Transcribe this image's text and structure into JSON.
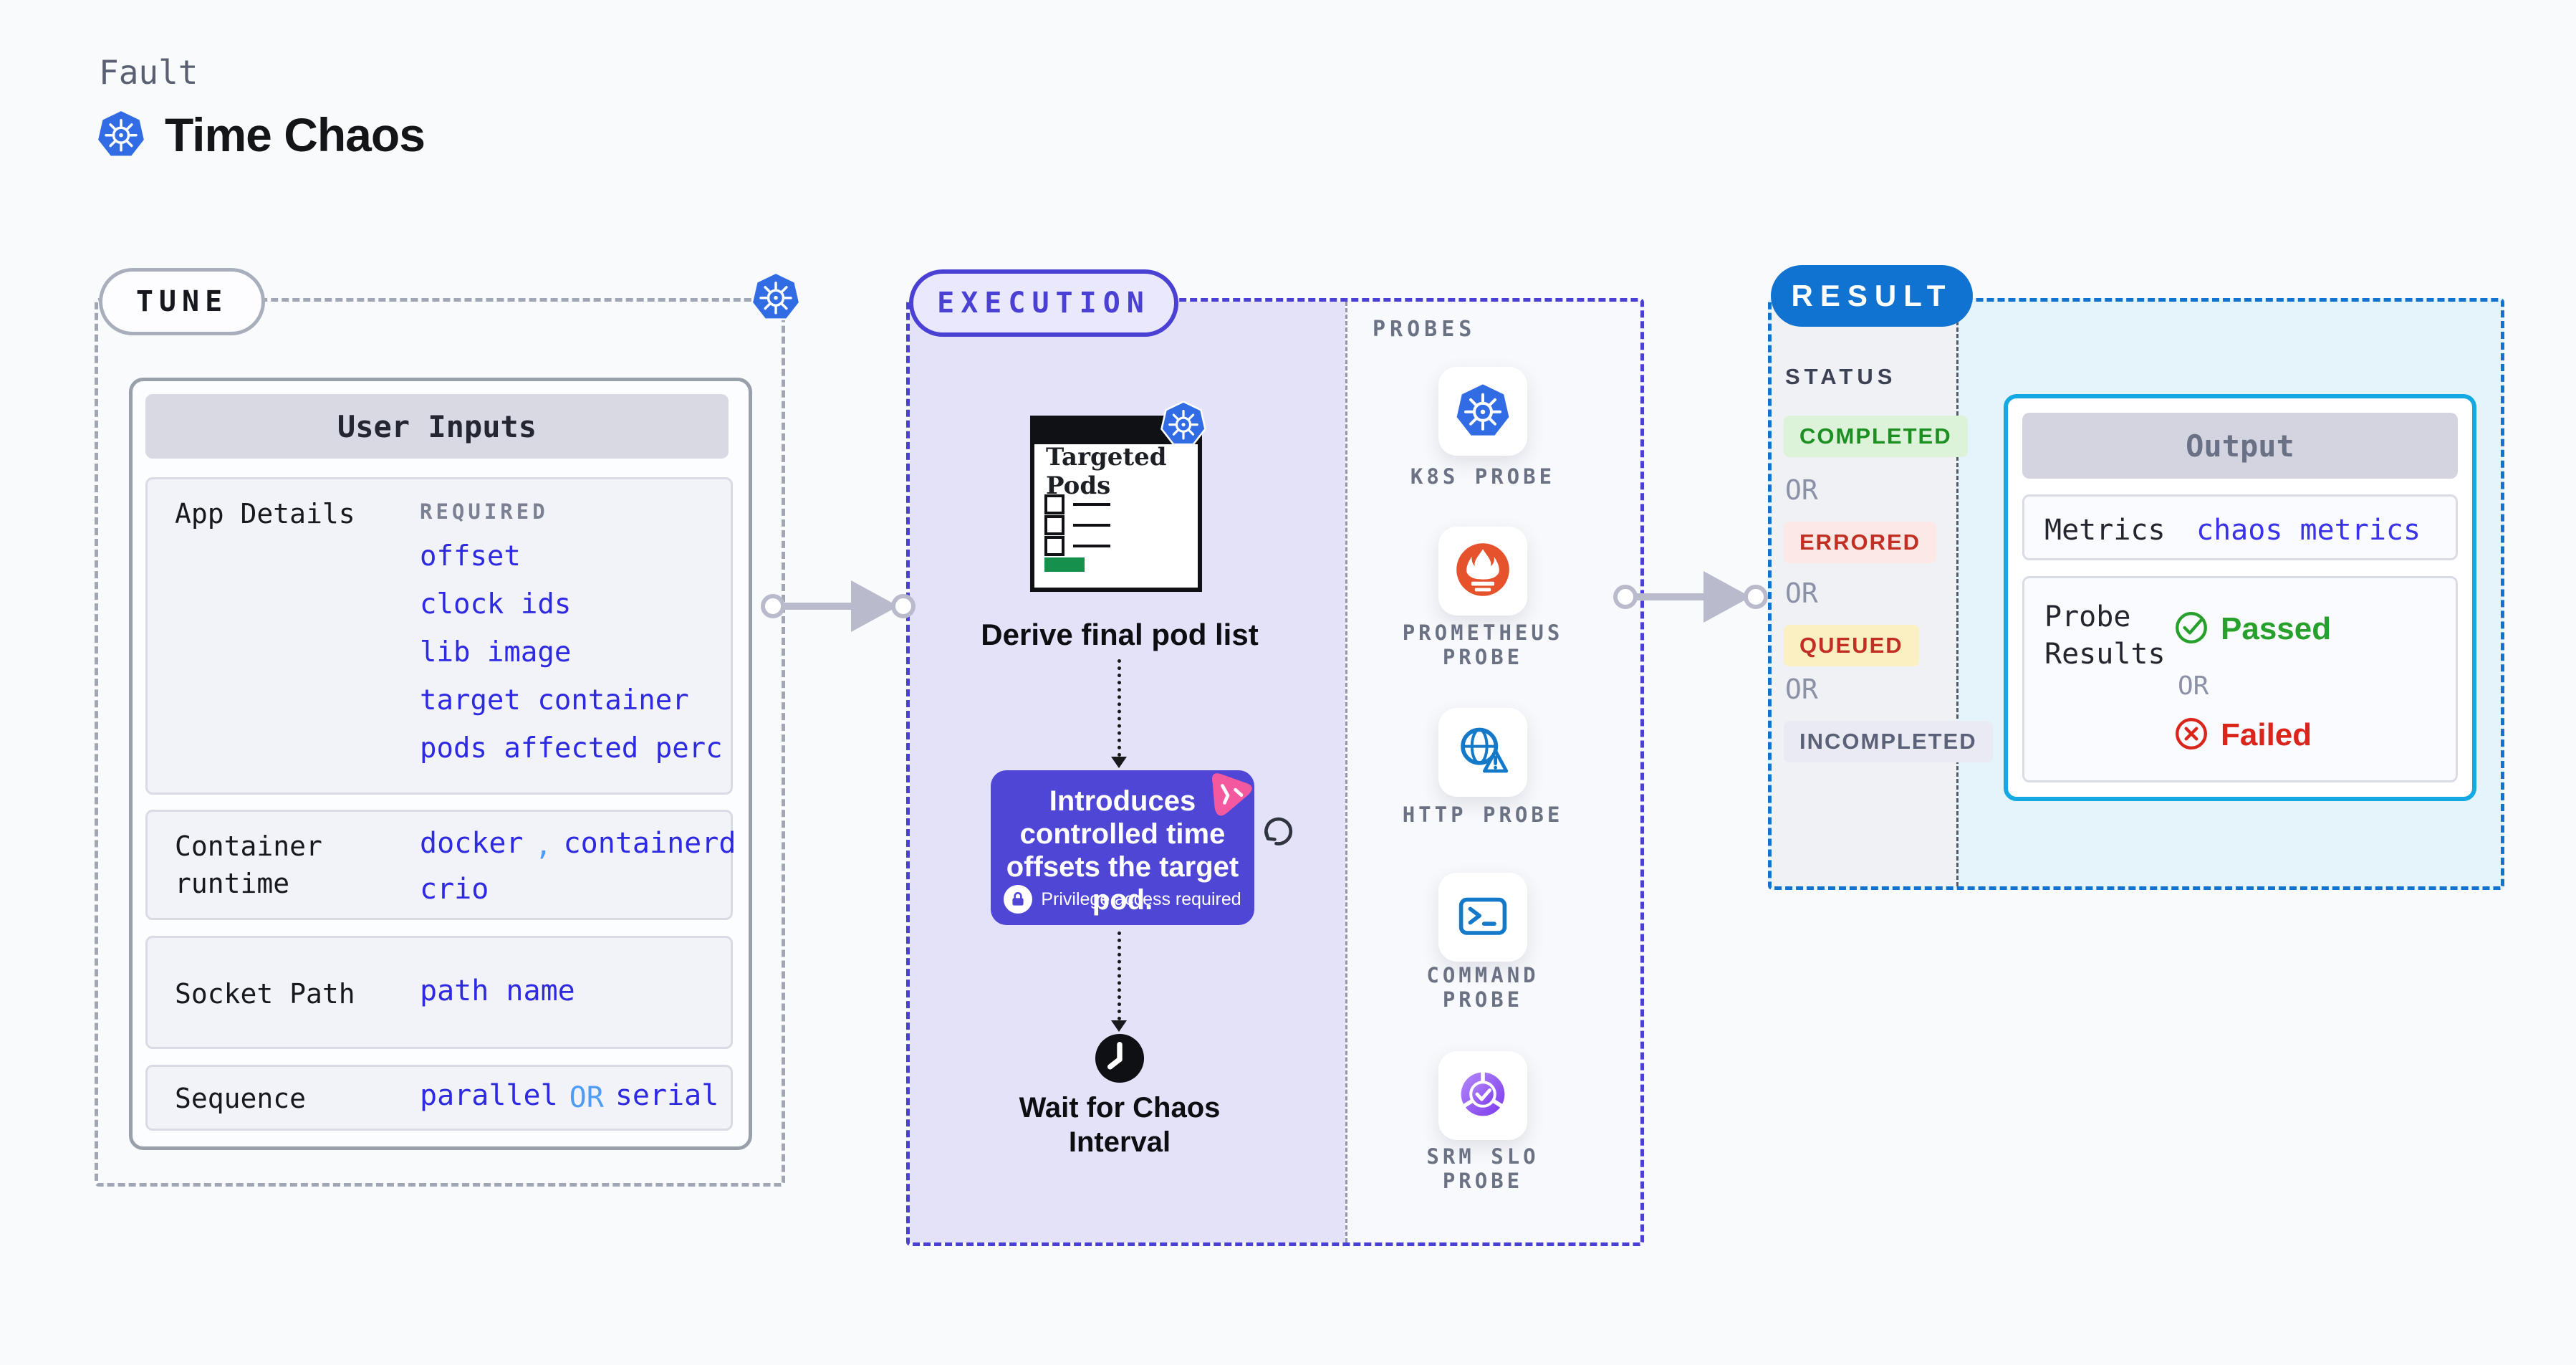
{
  "header": {
    "eyebrow": "Fault",
    "title": "Time Chaos"
  },
  "tune": {
    "badge": "TUNE",
    "user_inputs_title": "User Inputs",
    "app_details": {
      "label": "App Details",
      "tag": "REQUIRED",
      "links": [
        "offset",
        "clock ids",
        "lib image",
        "target container",
        "pods affected perc"
      ]
    },
    "container_runtime": {
      "label": "Container runtime",
      "value_a": "docker",
      "comma": ",",
      "value_b": "containerd",
      "value_c": "crio"
    },
    "socket_path": {
      "label": "Socket Path",
      "value": "path name"
    },
    "sequence": {
      "label": "Sequence",
      "value_a": "parallel",
      "or": "OR",
      "value_b": "serial"
    }
  },
  "execution": {
    "badge": "EXECUTION",
    "targeted_pods_title": "Targeted Pods",
    "derive_label": "Derive final pod list",
    "card_text": "Introduces controlled time offsets the target pod.",
    "card_note": "Privilege access required",
    "wait_label": "Wait for Chaos Interval"
  },
  "probes": {
    "title": "PROBES",
    "items": [
      {
        "label": "K8S PROBE"
      },
      {
        "label": "PROMETHEUS PROBE"
      },
      {
        "label": "HTTP PROBE"
      },
      {
        "label": "COMMAND PROBE"
      },
      {
        "label": "SRM SLO PROBE"
      }
    ]
  },
  "result": {
    "badge": "RESULT",
    "status_title": "STATUS",
    "or": "OR",
    "statuses": [
      {
        "label": "COMPLETED"
      },
      {
        "label": "ERRORED"
      },
      {
        "label": "QUEUED"
      },
      {
        "label": "INCOMPLETED"
      }
    ],
    "output": {
      "title": "Output",
      "metrics_label": "Metrics",
      "metrics_value": "chaos metrics",
      "probe_results_label": "Probe Results",
      "passed": "Passed",
      "or": "OR",
      "failed": "Failed"
    }
  },
  "colors": {
    "background": "#f8fafc",
    "link_blue": "#2d2ae2",
    "light_blue": "#4f9cf5",
    "execution_indigo": "#4a41d4",
    "lavender_fill": "#e4e2f9",
    "result_blue": "#1173d1",
    "output_cyan": "#14a9e2",
    "passed_green": "#27a02c",
    "failed_red": "#da251b",
    "kubernetes_blue": "#326ce5",
    "prometheus_orange": "#e6522c",
    "purple_card": "#4f46d6",
    "pink_sticker": "#f4599f"
  }
}
